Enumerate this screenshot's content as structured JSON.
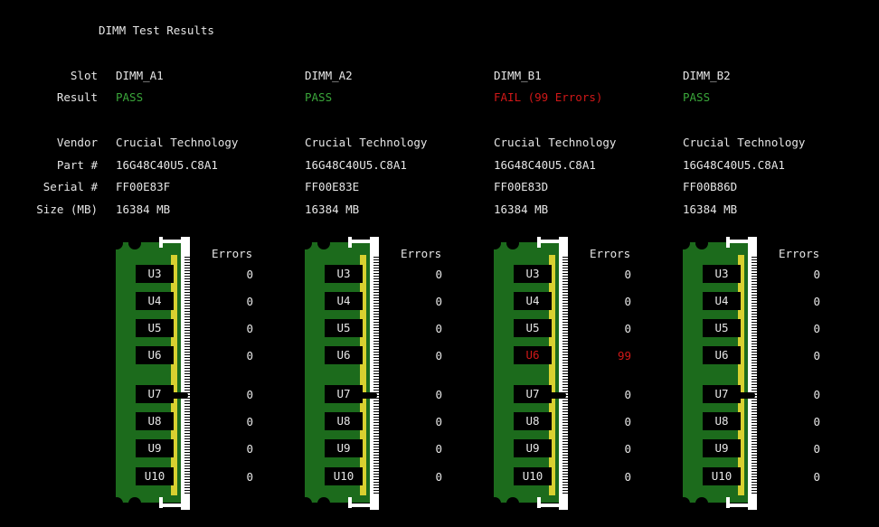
{
  "title": "DIMM Test Results",
  "row_labels": {
    "slot": "Slot",
    "result": "Result",
    "vendor": "Vendor",
    "part": "Part #",
    "serial": "Serial #",
    "size": "Size (MB)"
  },
  "errors_header": "Errors",
  "chip_labels": [
    "U3",
    "U4",
    "U5",
    "U6",
    "U7",
    "U8",
    "U9",
    "U10"
  ],
  "dimms": [
    {
      "slot": "DIMM_A1",
      "result": "PASS",
      "status": "pass",
      "vendor": "Crucial Technology",
      "part": "16G48C40U5.C8A1",
      "serial": "FF00E83F",
      "size": "16384 MB",
      "errors": [
        "0",
        "0",
        "0",
        "0",
        "0",
        "0",
        "0",
        "0"
      ]
    },
    {
      "slot": "DIMM_A2",
      "result": "PASS",
      "status": "pass",
      "vendor": "Crucial Technology",
      "part": "16G48C40U5.C8A1",
      "serial": "FF00E83E",
      "size": "16384 MB",
      "errors": [
        "0",
        "0",
        "0",
        "0",
        "0",
        "0",
        "0",
        "0"
      ]
    },
    {
      "slot": "DIMM_B1",
      "result": "FAIL (99 Errors)",
      "status": "fail",
      "vendor": "Crucial Technology",
      "part": "16G48C40U5.C8A1",
      "serial": "FF00E83D",
      "size": "16384 MB",
      "errors": [
        "0",
        "0",
        "0",
        "99",
        "0",
        "0",
        "0",
        "0"
      ]
    },
    {
      "slot": "DIMM_B2",
      "result": "PASS",
      "status": "pass",
      "vendor": "Crucial Technology",
      "part": "16G48C40U5.C8A1",
      "serial": "FF00B86D",
      "size": "16384 MB",
      "errors": [
        "0",
        "0",
        "0",
        "0",
        "0",
        "0",
        "0",
        "0"
      ]
    }
  ],
  "colors": {
    "pass": "#3aa63a",
    "fail": "#d01818",
    "pcb": "#1c6b1c",
    "contacts": "#d8d030"
  }
}
